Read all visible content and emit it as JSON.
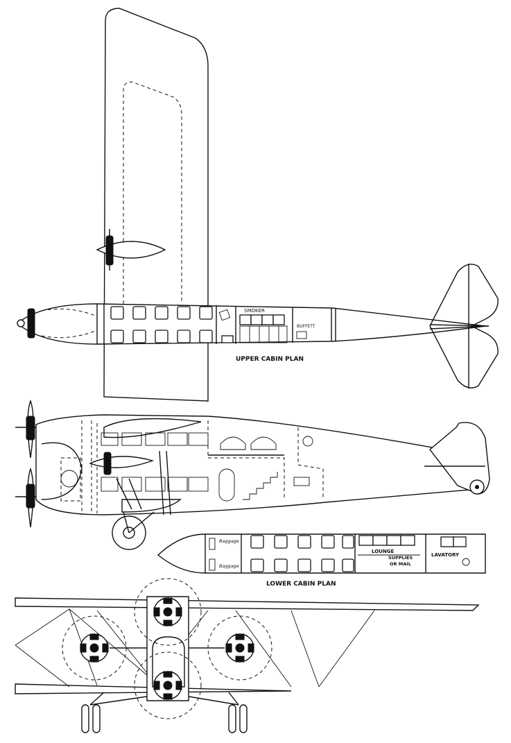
{
  "drawing": {
    "labels": {
      "upper_cabin_plan": "UPPER CABIN PLAN",
      "lower_cabin_plan": "LOWER CABIN PLAN",
      "smoker": "SMOKER",
      "buffett": "BUFFETT",
      "lounge": "LOUNGE",
      "supplies_line1": "SUPPLIES",
      "supplies_line2": "OR MAIL",
      "lavatory": "LAVATORY",
      "baggage_top": "Baggage",
      "baggage_bottom": "Baggage"
    }
  }
}
